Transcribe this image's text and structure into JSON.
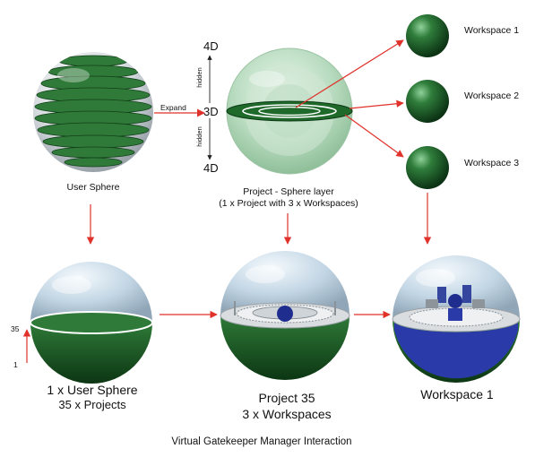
{
  "caption": "Virtual Gatekeeper Manager Interaction",
  "top": {
    "user_sphere_label": "User Sphere",
    "expand_label": "Expand",
    "dim_top": "4D",
    "dim_mid": "3D",
    "dim_bottom": "4D",
    "hidden_upper": "hidden",
    "hidden_lower": "hidden",
    "project_layer_line1": "Project - Sphere layer",
    "project_layer_line2": "(1 x Project with 3 x Workspaces)",
    "workspaces": [
      "Workspace 1",
      "Workspace 2",
      "Workspace 3"
    ]
  },
  "bottom": {
    "scale_top": "35",
    "scale_bottom": "1",
    "user_sphere_line1": "1 x User Sphere",
    "user_sphere_line2": "35 x Projects",
    "project_line1": "Project 35",
    "project_line2": "3 x Workspaces",
    "workspace_label": "Workspace 1"
  },
  "colors": {
    "sphere_green": "#2f6b35",
    "dark_green": "#0f3d18",
    "arrow_red": "#e0322b",
    "glass_blue": "#b9d3e6",
    "workspace_blue": "#2a3aa8"
  }
}
